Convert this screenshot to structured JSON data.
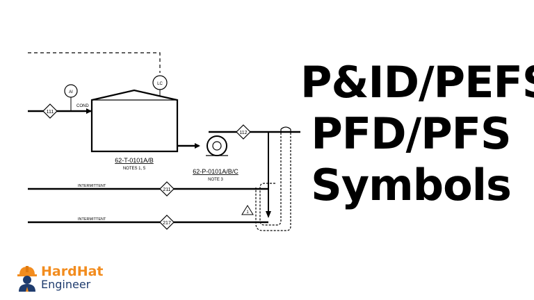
{
  "title": {
    "lines": [
      "P&ID/PEFS",
      "PFD/PFS",
      "Symbols"
    ]
  },
  "diagram": {
    "instruments": {
      "analyzer": "AI",
      "level_controller": "LC"
    },
    "labels": {
      "cond": "COND",
      "intermittent_1": "INTERMITTENT",
      "intermittent_2": "INTERMITTENT"
    },
    "line_numbers": {
      "feed": "111",
      "pump_discharge": "112",
      "line_211": "211",
      "line_217": "217"
    },
    "tank": {
      "tag": "62-T-0101A/B",
      "notes": "NOTES 1, 5"
    },
    "pump": {
      "tag": "62-P-0101A/B/C",
      "notes": "NOTE 3"
    },
    "revision_mark": "1"
  },
  "brand": {
    "name_part1": "HardHat",
    "name_part2": "Engineer"
  },
  "colors": {
    "brand_orange": "#f28c1e",
    "brand_navy": "#1f3c6e",
    "line": "#000000"
  }
}
